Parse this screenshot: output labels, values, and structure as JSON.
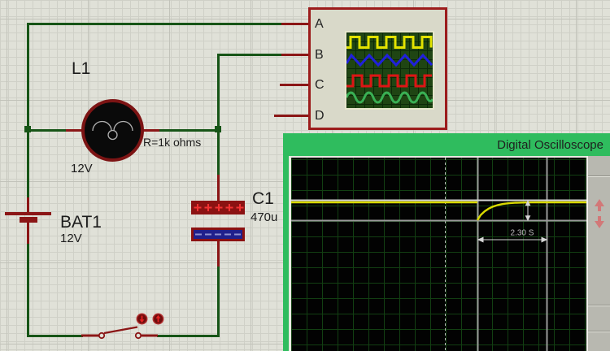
{
  "oscilloscope_window": {
    "title": "Digital Oscilloscope",
    "time_measurement": "2.30 S"
  },
  "scope_component": {
    "pins": [
      "A",
      "B",
      "C",
      "D"
    ]
  },
  "components": {
    "lamp": {
      "ref": "L1",
      "value": "12V",
      "annotation": "R=1k ohms"
    },
    "battery": {
      "ref": "BAT1",
      "value": "12V"
    },
    "capacitor": {
      "ref": "C1",
      "value": "470u"
    }
  },
  "colors": {
    "wire_green": "#175517",
    "pin_red": "#8b1616",
    "titlebar_green": "#2fbc5e",
    "trace_yellow": "#d9d900",
    "grid_bg": "#e0e1d8",
    "screen_grid_green": "#123f12"
  }
}
